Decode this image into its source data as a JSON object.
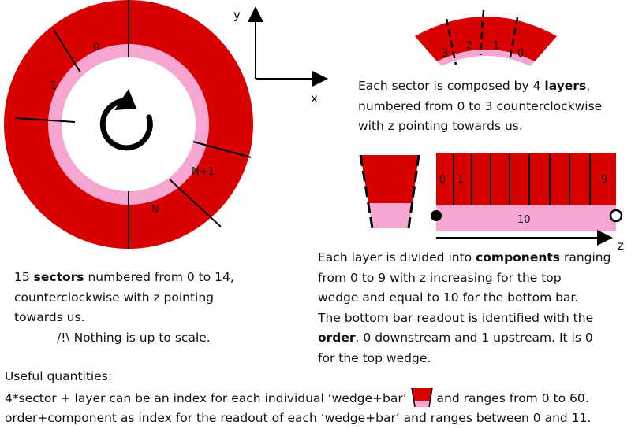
{
  "colors": {
    "red": "#d90000",
    "pink": "#f7a6d2",
    "black": "#000000",
    "white": "#ffffff"
  },
  "axes": {
    "x_label": "x",
    "y_label": "y",
    "z_label": "z"
  },
  "ring": {
    "labels": {
      "s0": "0",
      "s1": "1",
      "sN1": "N+1",
      "sN": "N"
    },
    "center_icon": "counterclockwise-arrow-icon"
  },
  "sector_zoom": {
    "layer_labels": [
      "3",
      "2",
      "1",
      "0"
    ]
  },
  "components": {
    "labels": {
      "c0": "0",
      "c1": "1",
      "c9": "9",
      "c10": "10"
    }
  },
  "texts": {
    "layers": {
      "l1_pre": "Each sector is composed by 4 ",
      "l1_bold": "layers",
      "l1_post": ",",
      "l2": "numbered from 0 to 3 counterclockwise",
      "l3": "with z pointing towards us."
    },
    "sectors": {
      "l1_pre": "15 ",
      "l1_bold": "sectors",
      "l1_post": " numbered from 0 to 14,",
      "l2": "counterclockwise with z pointing",
      "l3": "towards us.",
      "scale_note": "/!\\ Nothing is up to scale."
    },
    "components": {
      "l1_pre": "Each layer is divided into ",
      "l1_bold": "components",
      "l1_post": " ranging",
      "l2": "from 0 to 9 with z increasing for the top",
      "l3": "wedge and equal to 10 for the bottom bar.",
      "l4": "The bottom bar readout is identified with the",
      "l5_bold": "order",
      "l5_post": ", 0 downstream and 1 upstream. It is 0",
      "l6": "for the top wedge."
    },
    "useful": {
      "title": "Useful quantities:",
      "l1_pre": "4*sector + layer can be an index for each individual ‘wedge+bar’",
      "l1_post": "and ranges from 0 to 60.",
      "l2": "order+component as index for the readout of each ‘wedge+bar’ and ranges between 0 and 11."
    }
  }
}
